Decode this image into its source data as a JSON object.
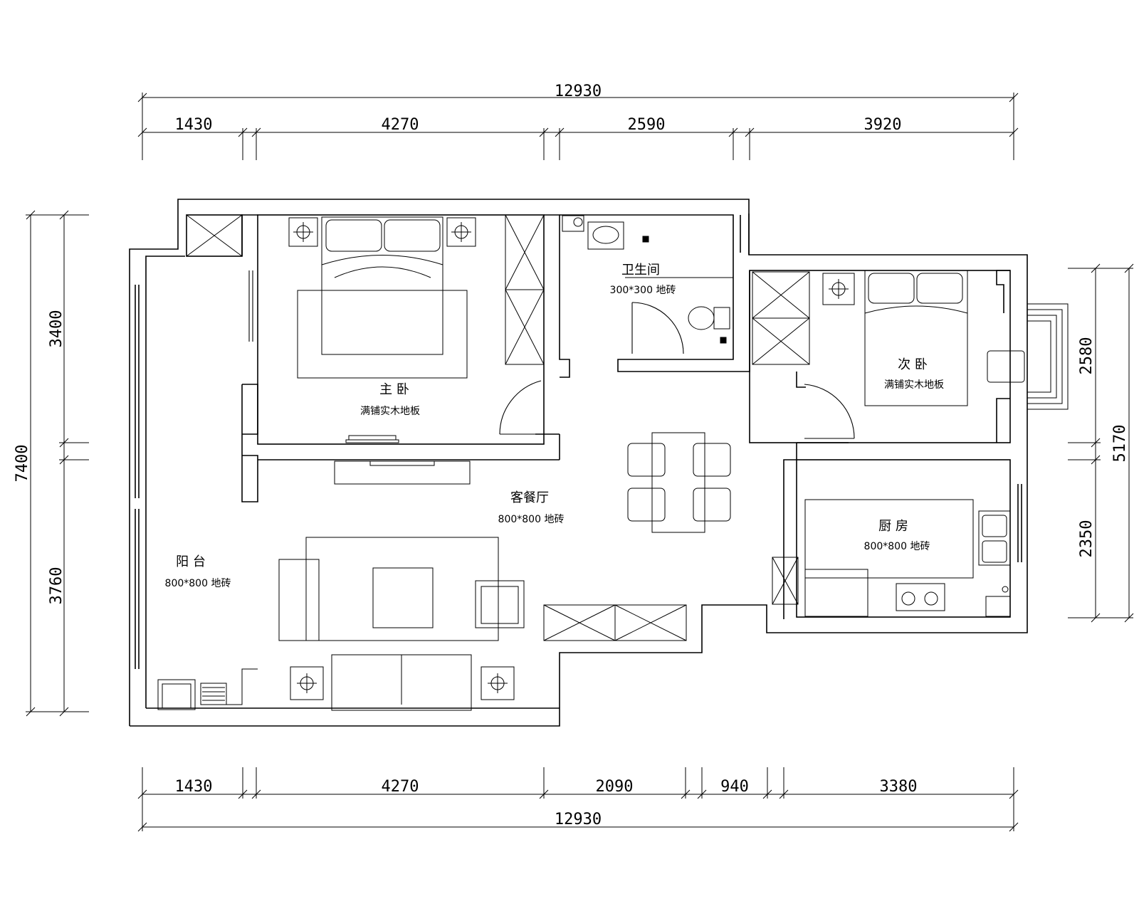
{
  "dimensions": {
    "top_total": "12930",
    "top_segments": [
      "1430",
      "4270",
      "2590",
      "3920"
    ],
    "bottom_total": "12930",
    "bottom_segments": [
      "1430",
      "4270",
      "2090",
      "940",
      "3380"
    ],
    "left_total": "7400",
    "left_segments": [
      "3400",
      "3760"
    ],
    "right_total": "5170",
    "right_segments": [
      "2580",
      "2350"
    ]
  },
  "rooms": {
    "master_bedroom": {
      "name": "主 卧",
      "finish": "满铺实木地板"
    },
    "bathroom": {
      "name": "卫生间",
      "finish": "300*300  地砖"
    },
    "second_bedroom": {
      "name": "次 卧",
      "finish": "满铺实木地板"
    },
    "living_dining": {
      "name": "客餐厅",
      "finish": "800*800  地砖"
    },
    "balcony": {
      "name": "阳 台",
      "finish": "800*800  地砖"
    },
    "kitchen": {
      "name": "厨 房",
      "finish": "800*800  地砖"
    }
  }
}
